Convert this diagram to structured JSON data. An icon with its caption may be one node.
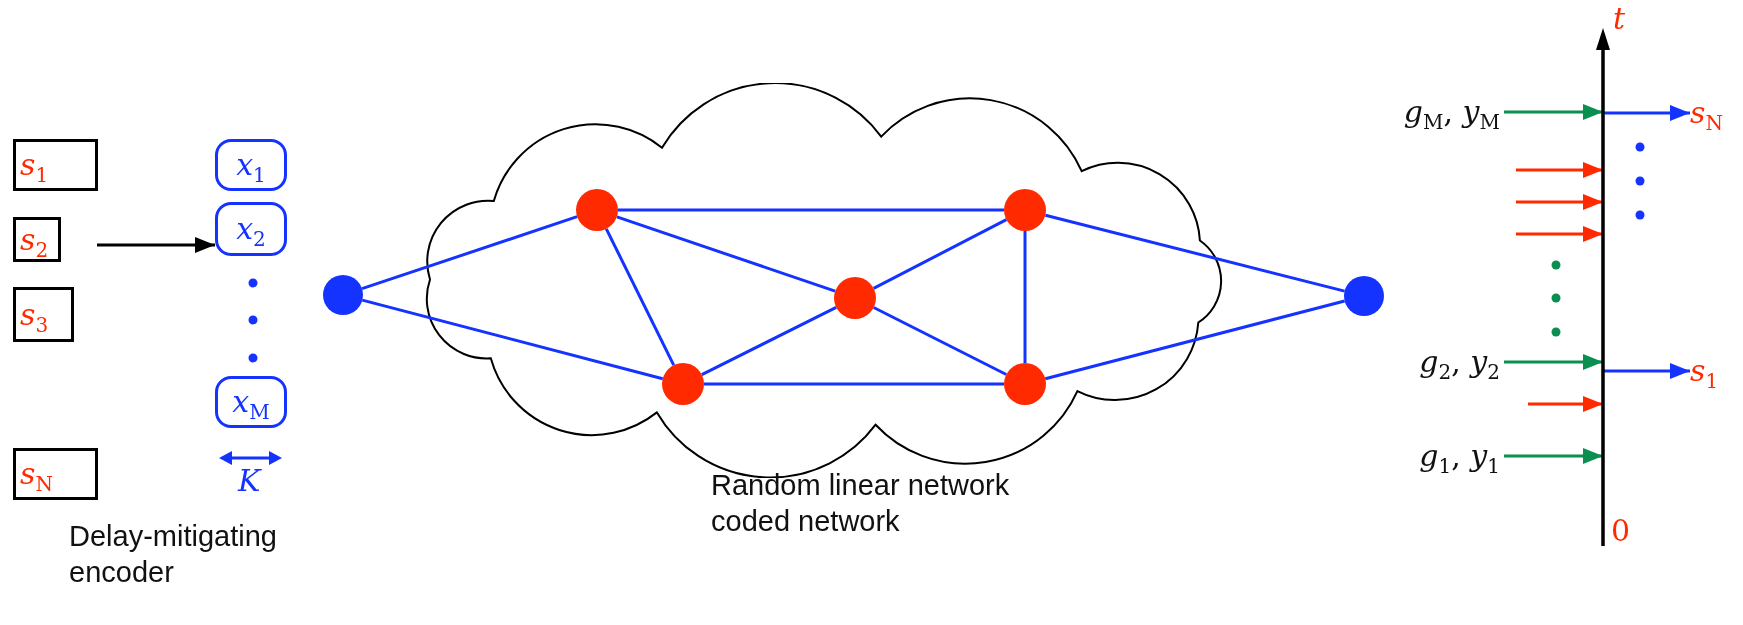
{
  "diagram": {
    "nodes": [
      {
        "text": [
          "*s*$_{1}$"
        ]
      },
      {
        "text": [
          "*s*$_{2}$"
        ]
      },
      {
        "text": [
          "*s*$_{3}$"
        ]
      },
      {
        "text": [
          "*s*$_{N}$"
        ]
      },
      {
        "text": [
          "*x*$_{1}$"
        ]
      },
      {
        "text": [
          "*x*$_{2}$"
        ]
      },
      {
        "text": [
          "*x*$_{M}$"
        ]
      },
      {
        "text": [],
        "shape": "cloud",
        "beside": [
          "Random linear network coded network"
        ]
      },
      {
        "text": [],
        "shape": "circle"
      },
      {
        "text": [],
        "shape": "circle",
        "in": 7
      },
      {
        "text": [],
        "shape": "circle",
        "in": 7
      },
      {
        "text": [],
        "shape": "circle",
        "in": 7
      },
      {
        "text": [],
        "shape": "circle",
        "in": 7
      },
      {
        "text": [],
        "shape": "circle",
        "in": 7
      },
      {
        "text": [],
        "shape": "circle"
      },
      {
        "text": [
          "*g*$_{M}$, *y*$_{M}$"
        ]
      },
      {
        "text": [
          "*g*$_{2}$, *y*$_{2}$"
        ]
      },
      {
        "text": [
          "*g*$_{1}$, *y*$_{1}$"
        ]
      },
      {
        "text": [],
        "shape": "bar",
        "beside": [
          "*t*",
          "0"
        ]
      },
      {
        "text": [
          "*s*$_{N}$"
        ]
      },
      {
        "text": [
          "*s*$_{1}$"
        ]
      }
    ],
    "edges": [
      {
        "from": null,
        "to": 5,
        "arrow": "to",
        "color": "#000000"
      },
      {
        "from": 8,
        "to": 9,
        "arrow": "none"
      },
      {
        "from": 8,
        "to": 10,
        "arrow": "none"
      },
      {
        "from": 9,
        "to": 12,
        "arrow": "none"
      },
      {
        "from": 9,
        "to": 11,
        "arrow": "none"
      },
      {
        "from": 9,
        "to": 10,
        "arrow": "none"
      },
      {
        "from": 10,
        "to": 11,
        "arrow": "none"
      },
      {
        "from": 10,
        "to": 13,
        "arrow": "none"
      },
      {
        "from": 11,
        "to": 12,
        "arrow": "none"
      },
      {
        "from": 11,
        "to": 13,
        "arrow": "none"
      },
      {
        "from": 12,
        "to": 13,
        "arrow": "none"
      },
      {
        "from": 12,
        "to": 14,
        "arrow": "none"
      },
      {
        "from": 13,
        "to": 14,
        "arrow": "none"
      },
      {
        "from": 15,
        "to": 18,
        "arrow": "to",
        "color": "#0a8f50"
      },
      {
        "from": 18,
        "to": 19,
        "arrow": "to"
      },
      {
        "from": null,
        "to": 18,
        "arrow": "to",
        "color": "#ff2a00"
      },
      {
        "from": null,
        "to": 18,
        "arrow": "to",
        "color": "#ff2a00"
      },
      {
        "from": null,
        "to": 18,
        "arrow": "to",
        "color": "#ff2a00"
      },
      {
        "from": 16,
        "to": 18,
        "arrow": "to",
        "color": "#0a8f50"
      },
      {
        "from": 18,
        "to": 20,
        "arrow": "to"
      },
      {
        "from": null,
        "to": 18,
        "arrow": "to",
        "color": "#ff2a00"
      },
      {
        "from": 17,
        "to": 18,
        "arrow": "to",
        "color": "#0a8f50"
      }
    ],
    "labels": [
      "Delay-mitigating encoder",
      "*K*"
    ]
  }
}
